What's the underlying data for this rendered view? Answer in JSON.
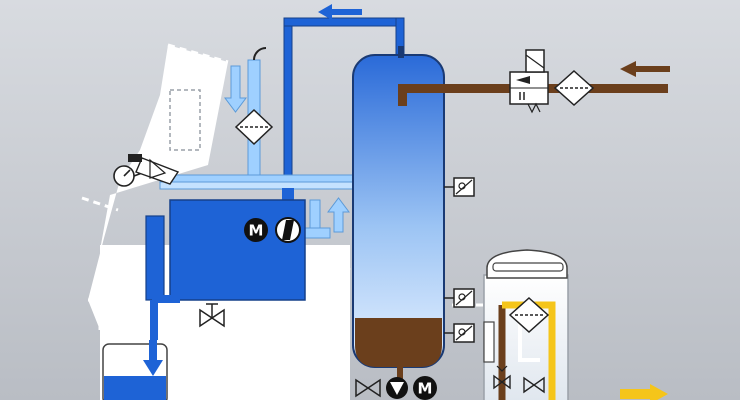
{
  "colors": {
    "background_top": "#d8dbe0",
    "background_bottom": "#b9bdc4",
    "process_blue": "#1e63d6",
    "light_blue": "#9fd0ff",
    "column_blue_top": "#2a6ad8",
    "column_blue_bottom": "#e6f1ff",
    "brown_medium": "#6b3f1c",
    "yellow_line": "#f5c51a",
    "machine_outline": "#ffffff"
  },
  "motors": [
    {
      "id": "tank-pump-motor",
      "label": "M"
    },
    {
      "id": "column-drain-motor",
      "label": "M"
    }
  ],
  "icons": [
    "flow-arrow-left-icon",
    "flow-arrow-down-icon",
    "flow-arrow-up-icon",
    "filter-icon",
    "solenoid-valve-icon",
    "pressure-gauge-icon",
    "level-sensor-icon",
    "hand-valve-icon",
    "pump-icon",
    "motor-icon"
  ]
}
